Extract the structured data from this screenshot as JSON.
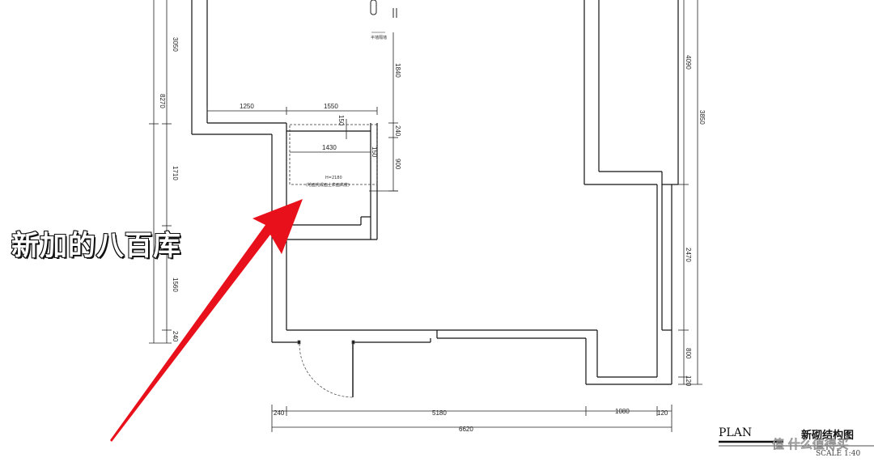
{
  "caption": "新加的八百库",
  "plan_title": "PLAN",
  "drawing_name": "新砌结构图",
  "scale": "SCALE 1:40",
  "watermark": "值 什么值得买",
  "dimensions": {
    "left": [
      "3050",
      "8270",
      "1710",
      "1560",
      "240"
    ],
    "top_room": [
      "1250",
      "1550",
      "150",
      "1430",
      "150"
    ],
    "right_upper": [
      "1840",
      "240",
      "900"
    ],
    "right": [
      "4090",
      "3850",
      "2470",
      "800",
      "120"
    ],
    "bottom": [
      "240",
      "5180",
      "1080",
      "120",
      "6620"
    ]
  },
  "notes": {
    "opening": "半墙隔墙",
    "height": "H=2180",
    "height_note": "(地面完成面上表面高度)"
  },
  "colors": {
    "arrow": "#e8101a",
    "wall": "#111111"
  }
}
